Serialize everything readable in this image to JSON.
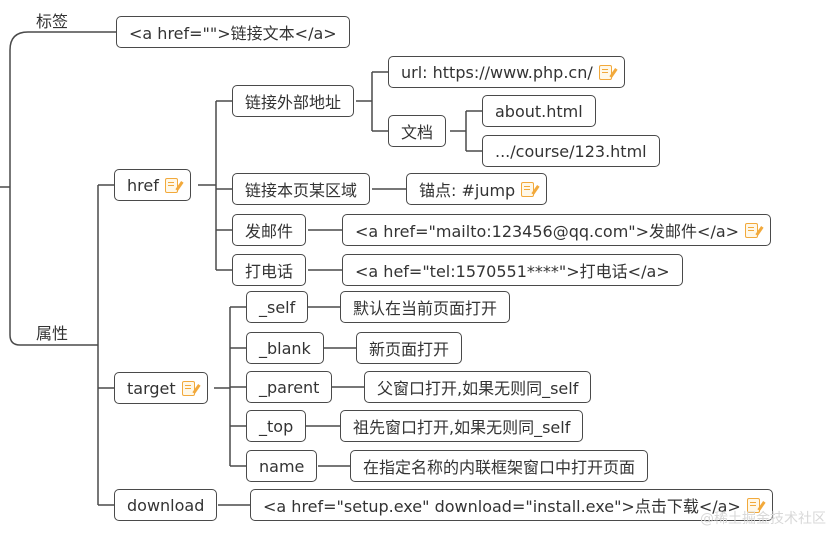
{
  "mindmap": {
    "tag": {
      "label": "标签",
      "code": "<a href=\"\">链接文本</a>"
    },
    "attr": {
      "label": "属性",
      "href": {
        "label": "href",
        "external": {
          "label": "链接外部地址",
          "url": "url: https://www.php.cn/",
          "doc": {
            "label": "文档",
            "items": [
              "about.html",
              ".../course/123.html"
            ]
          }
        },
        "anchor": {
          "label": "链接本页某区域",
          "value": "锚点: #jump"
        },
        "mail": {
          "label": "发邮件",
          "code": "<a href=\"mailto:123456@qq.com\">发邮件</a>"
        },
        "phone": {
          "label": "打电话",
          "code": "<a hef=\"tel:1570551****\">打电话</a>"
        }
      },
      "target": {
        "label": "target",
        "options": [
          {
            "name": "_self",
            "desc": "默认在当前页面打开"
          },
          {
            "name": "_blank",
            "desc": "新页面打开"
          },
          {
            "name": "_parent",
            "desc": "父窗口打开,如果无则同_self"
          },
          {
            "name": "_top",
            "desc": "祖先窗口打开,如果无则同_self"
          },
          {
            "name": "name",
            "desc": "在指定名称的内联框架窗口中打开页面"
          }
        ]
      },
      "download": {
        "label": "download",
        "code": "<a href=\"setup.exe\" download=\"install.exe\">点击下载</a>"
      }
    }
  },
  "watermark": "@稀土掘金技术社区",
  "colors": {
    "line": "#4a4a4a",
    "note_icon": "#f2a93b"
  },
  "icons": [
    "note-icon"
  ]
}
